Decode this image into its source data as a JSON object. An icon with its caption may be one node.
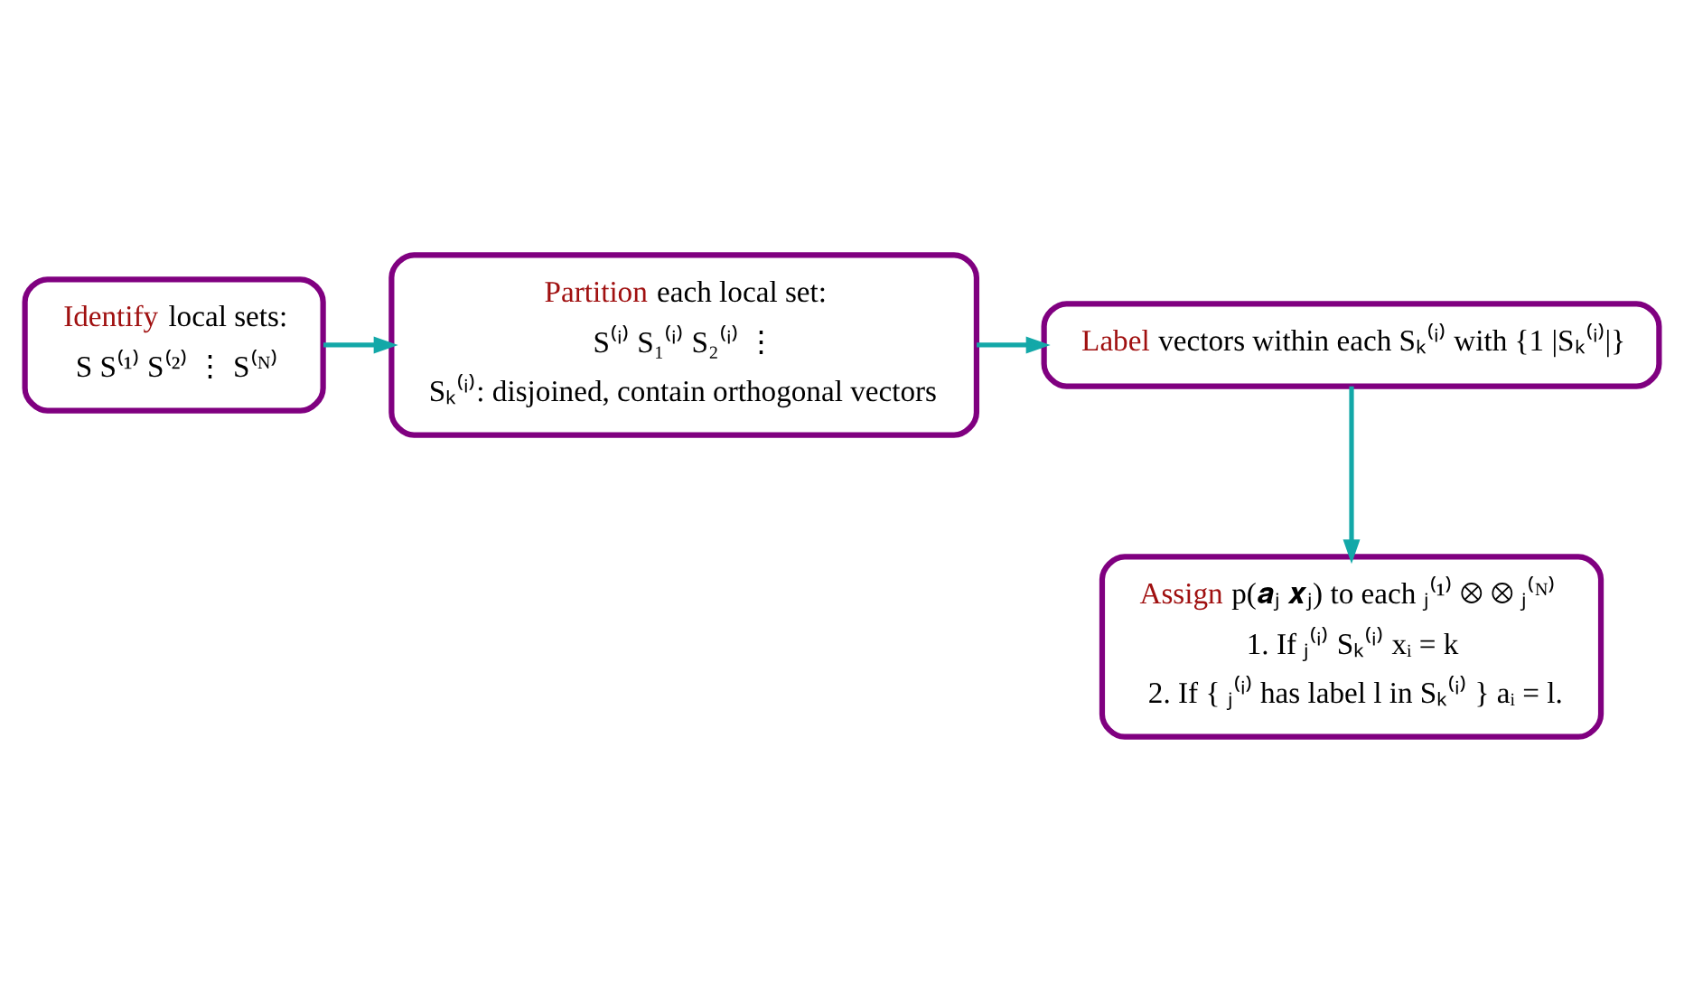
{
  "diagram": {
    "nodes": [
      {
        "text": [
          "Identify local sets:",
          "S S⁽¹⁾ S⁽²⁾ ⋮ S⁽ᴺ⁾"
        ]
      },
      {
        "text": [
          "Partition each local set:",
          "S⁽ⁱ⁾ S₁⁽ⁱ⁾ S₂⁽ⁱ⁾ ⋮",
          "Sₖ⁽ⁱ⁾: disjoined, contain orthogonal vectors"
        ]
      },
      {
        "text": [
          "Label vectors within each Sₖ⁽ⁱ⁾ with {1 |Sₖ⁽ⁱ⁾|}"
        ]
      },
      {
        "text": [
          "Assign p(𝒂ⱼ 𝒙ⱼ) to each ⱼ⁽¹⁾ ⊗ ⊗ ⱼ⁽ᴺ⁾",
          "1. If ⱼ⁽ⁱ⁾ Sₖ⁽ⁱ⁾ xᵢ = k",
          "2. If { ⱼ⁽ⁱ⁾ has label l in Sₖ⁽ⁱ⁾ } aᵢ = l."
        ]
      }
    ],
    "edges": [
      {
        "from": 0,
        "to": 1,
        "arrow": "to"
      },
      {
        "from": 1,
        "to": 2,
        "arrow": "to"
      },
      {
        "from": 2,
        "to": 3,
        "arrow": "to"
      }
    ]
  }
}
